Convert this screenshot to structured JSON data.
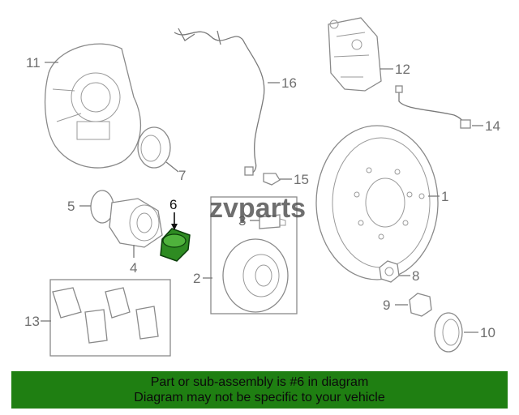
{
  "watermark": {
    "text": "zvparts"
  },
  "parts": [
    {
      "number": "1"
    },
    {
      "number": "2"
    },
    {
      "number": "3"
    },
    {
      "number": "4"
    },
    {
      "number": "5"
    },
    {
      "number": "6"
    },
    {
      "number": "7"
    },
    {
      "number": "8"
    },
    {
      "number": "9"
    },
    {
      "number": "10"
    },
    {
      "number": "11"
    },
    {
      "number": "12"
    },
    {
      "number": "13"
    },
    {
      "number": "14"
    },
    {
      "number": "15"
    },
    {
      "number": "16"
    }
  ],
  "highlight": {
    "part_number": "6",
    "fill_color": "#2e8b22",
    "banner_color": "#1f7f12"
  },
  "banner": {
    "line1": "Part or sub-assembly is #6 in diagram",
    "line2": "Diagram may not be specific to your vehicle"
  }
}
